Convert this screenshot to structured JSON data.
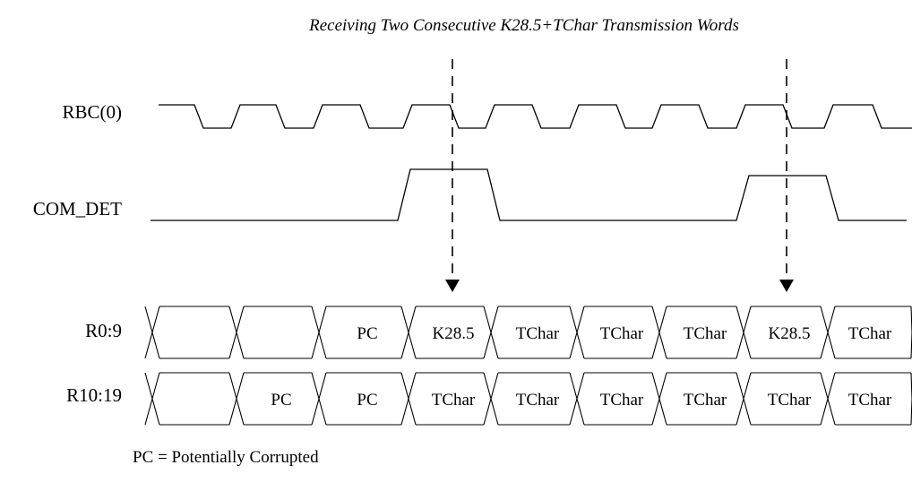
{
  "title": "Receiving Two Consecutive K28.5+TChar Transmission Words",
  "signals": {
    "rbc": "RBC(0)",
    "com_det": "COM_DET",
    "r0_9": "R0:9",
    "r10_19": "R10:19"
  },
  "bus_rows": {
    "r0_9": [
      "",
      "",
      "PC",
      "K28.5",
      "TChar",
      "TChar",
      "TChar",
      "K28.5",
      "TChar"
    ],
    "r10_19": [
      "",
      "PC",
      "PC",
      "TChar",
      "TChar",
      "TChar",
      "TChar",
      "TChar",
      "TChar"
    ]
  },
  "legend": "PC = Potentially Corrupted",
  "colors": {
    "line": "#000000",
    "background": "#ffffff"
  }
}
